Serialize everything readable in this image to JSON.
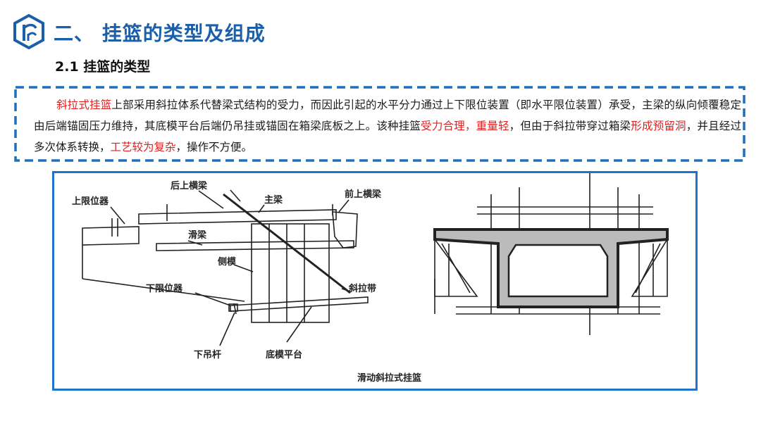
{
  "header": {
    "title": "二、 挂篮的类型及组成",
    "subtitle": "2.1 挂篮的类型"
  },
  "paragraph": {
    "seg1_red": "斜拉式挂篮",
    "seg2": "上部采用斜拉体系代替梁式结构的受力，而因此引起的水平分力通过上下限位装置（即水平限位装置）承受，主梁的纵向倾覆稳定由后端锚固压力维持，其底模平台后端仍吊挂或锚固在箱梁底板之上。该种挂篮",
    "seg3_red": "受力合理，重量轻",
    "seg4": "，但由于斜拉带穿过箱梁",
    "seg5_red": "形成预留洞",
    "seg6": "，并且经过多次体系转换，",
    "seg7_red": "工艺较为复杂",
    "seg8": "，操作不方便。"
  },
  "figure": {
    "labels": {
      "upper_limiter": "上限位器",
      "rear_upper_beam": "后上横梁",
      "main_beam": "主梁",
      "front_upper_beam": "前上横梁",
      "slide_beam": "滑梁",
      "side_form": "侧模",
      "lower_limiter": "下限位器",
      "diagonal_strap": "斜拉带",
      "lower_hanger": "下吊杆",
      "bottom_platform": "底模平台"
    },
    "caption": "滑动斜拉式挂篮"
  },
  "colors": {
    "title": "#1a5fa8",
    "accent_red": "#e02020",
    "frame_blue": "#1f74c9",
    "dash_blue": "#1f6fbd"
  },
  "icons": {
    "logo": "company-logo-icon"
  }
}
